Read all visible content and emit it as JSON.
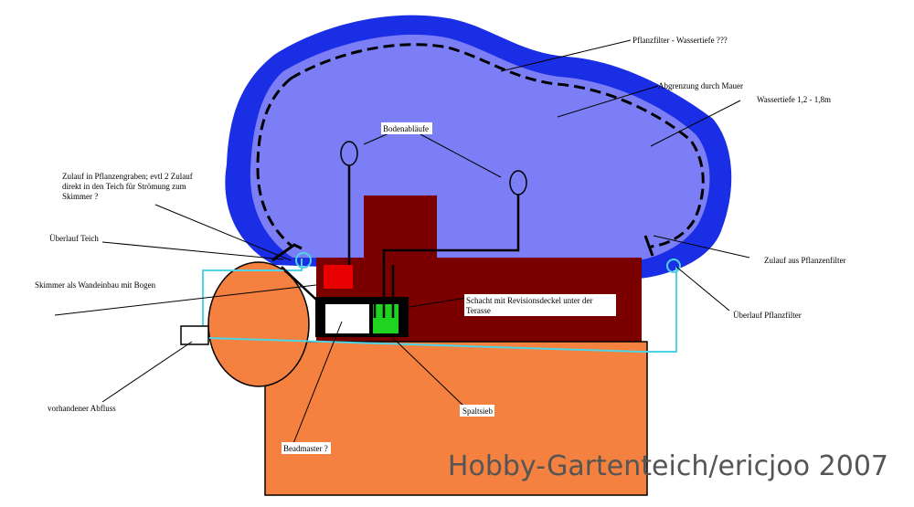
{
  "labels": {
    "pflanzfilter": "Pflanzfilter - Wassertiefe ???",
    "abgrenzung": "Abgrenzung durch Mauer",
    "wassertiefe": "Wassertiefe 1,2 - 1,8m",
    "bodenablaeufe": "Bodenabläufe",
    "zulauf_line1": "Zulauf in Pflanzengraben; evtl 2 Zulauf",
    "zulauf_line2": "direkt in den Teich für Strömung zum",
    "zulauf_line3": "Skimmer ?",
    "ueberlauf_teich": "Überlauf Teich",
    "skimmer": "Skimmer als Wandeinbau mit Bogen",
    "zulauf_pflanzenfilter": "Zulauf aus Pflanzenfilter",
    "schacht_line1": "Schacht mit Revisionsdeckel unter der",
    "schacht_line2": "Terasse",
    "ueberlauf_pflanzfilter": "Überlauf Pflanzfilter",
    "abfluss": "vorhandener Abfluss",
    "spaltsieb": "Spaltsieb",
    "beadmaster": "Beadmaster ?"
  },
  "watermark": "Hobby-Gartenteich/ericjoo 2007",
  "colors": {
    "pond_edge": "#1a2ee6",
    "pond_water": "#7b7ef5",
    "terrace": "#7a0000",
    "ground": "#f4813f",
    "pipe": "#4fd3e6",
    "red_box": "#e60000",
    "green_box": "#1ed41e"
  }
}
